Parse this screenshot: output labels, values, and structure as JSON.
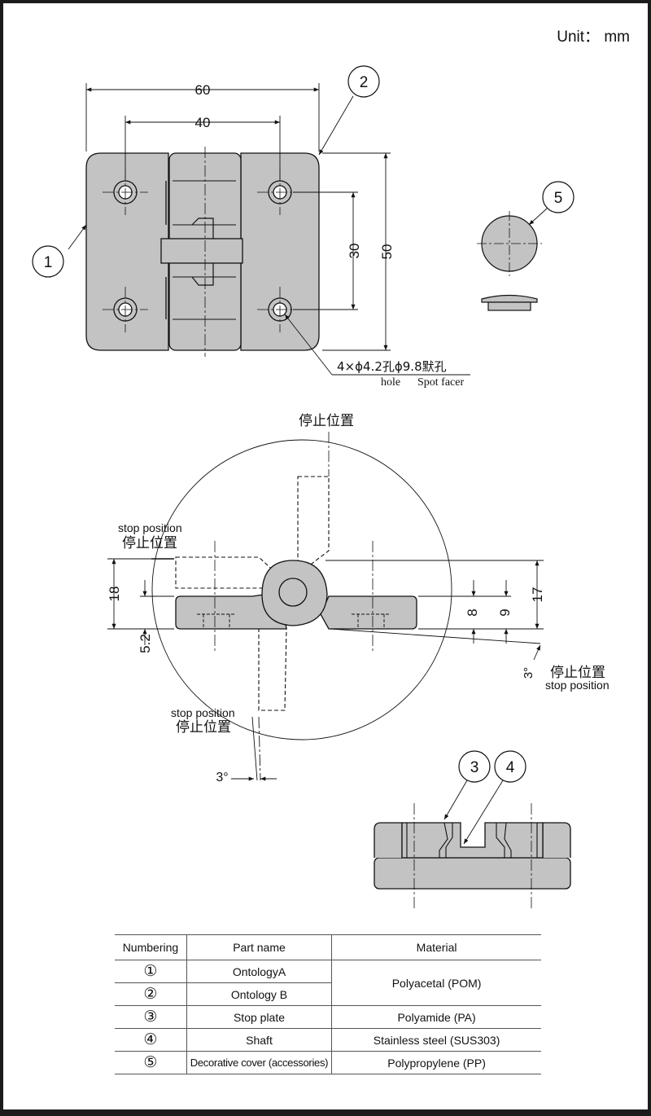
{
  "unit_label": "Unit： mm",
  "top_view": {
    "dim_width_total": "60",
    "dim_hole_pitch_x": "40",
    "dim_hole_pitch_y": "30",
    "dim_height_total": "50",
    "hole_note": "4×ϕ4.2孔ϕ9.8默孔",
    "hole_label": "hole",
    "spot_facer_label": "Spot facer"
  },
  "callouts": {
    "c1": "1",
    "c2": "2",
    "c3": "3",
    "c4": "4",
    "c5": "5"
  },
  "rotation_view": {
    "stop_cn_top": "停止位置",
    "stop_en_left": "stop position",
    "stop_cn_left": "停止位置",
    "stop_cn_right": "停止位置",
    "stop_en_right": "stop position",
    "stop_en_bottom": "stop position",
    "stop_cn_bottom": "停止位置",
    "dim_18": "18",
    "dim_5_2": "5.2",
    "dim_8": "8",
    "dim_9": "9",
    "dim_17": "17",
    "angle_right": "3°",
    "angle_bottom": "3°"
  },
  "table": {
    "headers": [
      "Numbering",
      "Part name",
      "Material"
    ],
    "rows": [
      {
        "num": "①",
        "part": "OntologyA"
      },
      {
        "num": "②",
        "part": "Ontology B"
      },
      {
        "num": "③",
        "part": "Stop plate",
        "material": "Polyamide (PA)"
      },
      {
        "num": "④",
        "part": "Shaft",
        "material": "Stainless steel (SUS303)"
      },
      {
        "num": "⑤",
        "part": "Decorative cover (accessories)",
        "material": "Polypropylene (PP)"
      }
    ],
    "merged_material_rows_1_2": "Polyacetal (POM)"
  },
  "colors": {
    "part_fill": "#c3c3c3",
    "line": "#111111",
    "background": "#ffffff",
    "frame": "#1c1c1c"
  }
}
